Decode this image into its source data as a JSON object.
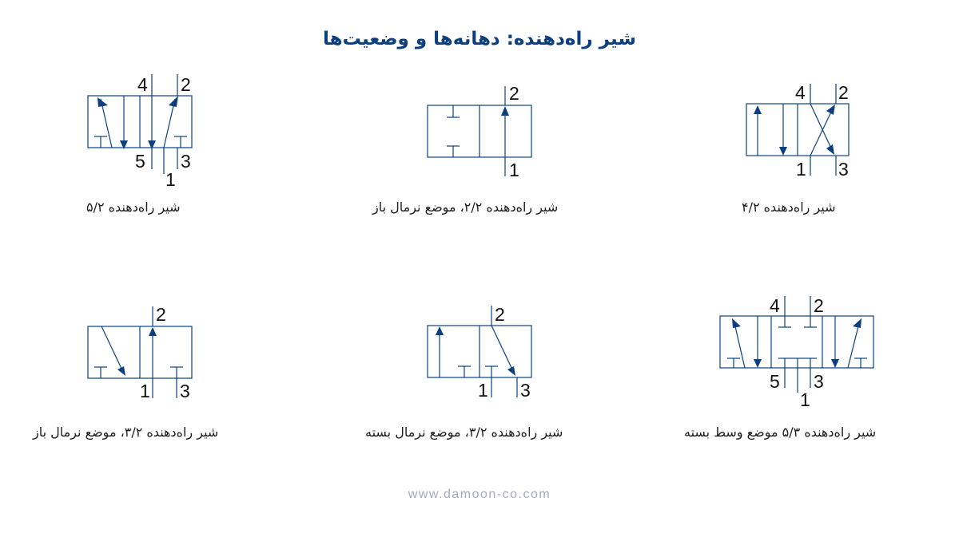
{
  "title": "شیر راه‌دهنده: دهانه‌ها و وضعیت‌ها",
  "footer": "www.damoon-co.com",
  "valves": {
    "v42": {
      "caption": "شیر راه‌دهنده ۴/۲",
      "ports": {
        "p4": "4",
        "p2": "2",
        "p1": "1",
        "p3": "3"
      }
    },
    "v22": {
      "caption": "شیر راه‌دهنده ۲/۲، موضع نرمال باز",
      "ports": {
        "p2": "2",
        "p1": "1"
      }
    },
    "v52": {
      "caption": "شیر راه‌دهنده ۵/۲",
      "ports": {
        "p4": "4",
        "p2": "2",
        "p5": "5",
        "p3": "3",
        "p1": "1"
      }
    },
    "v53": {
      "caption": "شیر راه‌دهنده ۵/۳ موضع وسط بسته",
      "ports": {
        "p4": "4",
        "p2": "2",
        "p5": "5",
        "p3": "3",
        "p1": "1"
      }
    },
    "v32c": {
      "caption": "شیر راه‌دهنده ۳/۲، موضع نرمال بسته",
      "ports": {
        "p2": "2",
        "p1": "1",
        "p3": "3"
      }
    },
    "v32o": {
      "caption": "شیر راه‌دهنده ۳/۲، موضع نرمال باز",
      "ports": {
        "p2": "2",
        "p1": "1",
        "p3": "3"
      }
    }
  }
}
